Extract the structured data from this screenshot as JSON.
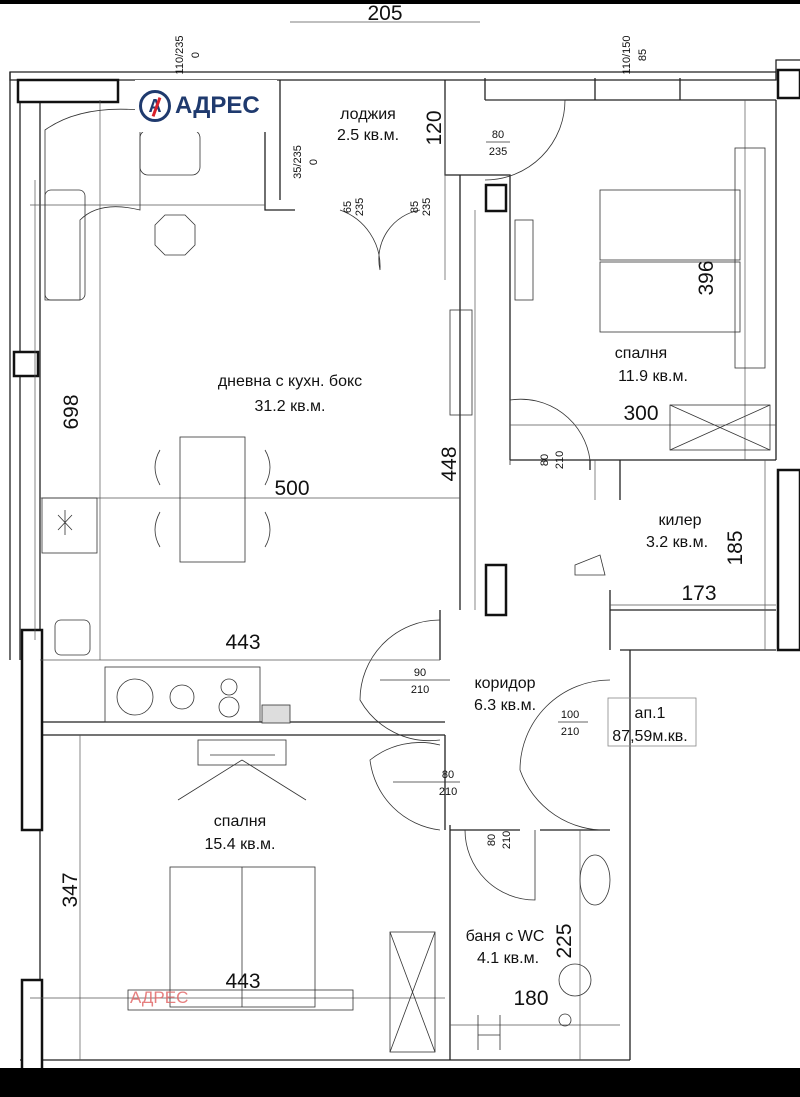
{
  "logo": {
    "letter": "A",
    "text": "АДРЕС"
  },
  "watermark": "АДРЕС",
  "rooms": {
    "loggia": {
      "name": "лоджия",
      "area": "2.5 кв.м."
    },
    "living": {
      "name": "дневна с кухн. бокс",
      "area": "31.2 кв.м."
    },
    "bedroom1": {
      "name": "спалня",
      "area": "11.9 кв.м."
    },
    "closet": {
      "name": "килер",
      "area": "3.2 кв.м."
    },
    "corridor": {
      "name": "коридор",
      "area": "6.3 кв.м."
    },
    "bedroom2": {
      "name": "спалня",
      "area": "15.4 кв.м."
    },
    "bath": {
      "name": "баня с WC",
      "area": "4.1 кв.м."
    }
  },
  "apartment": {
    "name": "ап.1",
    "area": "87,59м.кв."
  },
  "dimensions": {
    "top": "205",
    "loggia_depth": "120",
    "living_height": "698",
    "living_width": "500",
    "partition": "448",
    "kitchen_width": "443",
    "bedroom1_height": "396",
    "bedroom1_width": "300",
    "closet_height": "185",
    "closet_width": "173",
    "bedroom2_height": "347",
    "bedroom2_width": "443",
    "bath_height": "225",
    "bath_width": "180"
  },
  "openings": {
    "win_left": {
      "w": "110/235",
      "h": "0"
    },
    "win_right": {
      "w": "110/150",
      "h": "85"
    },
    "win_loggia": {
      "w": "35/235",
      "h": "0"
    },
    "door_loggia_a": {
      "w": "65",
      "h": "235"
    },
    "door_loggia_b": {
      "w": "85",
      "h": "235"
    },
    "door_bed1_top": {
      "w": "80",
      "h": "235"
    },
    "door_bed1": {
      "w": "80",
      "h": "210"
    },
    "door_living": {
      "w": "90",
      "h": "210"
    },
    "door_entry": {
      "w": "100",
      "h": "210"
    },
    "door_bed2": {
      "w": "80",
      "h": "210"
    },
    "door_bath": {
      "w": "80",
      "h": "210"
    }
  }
}
